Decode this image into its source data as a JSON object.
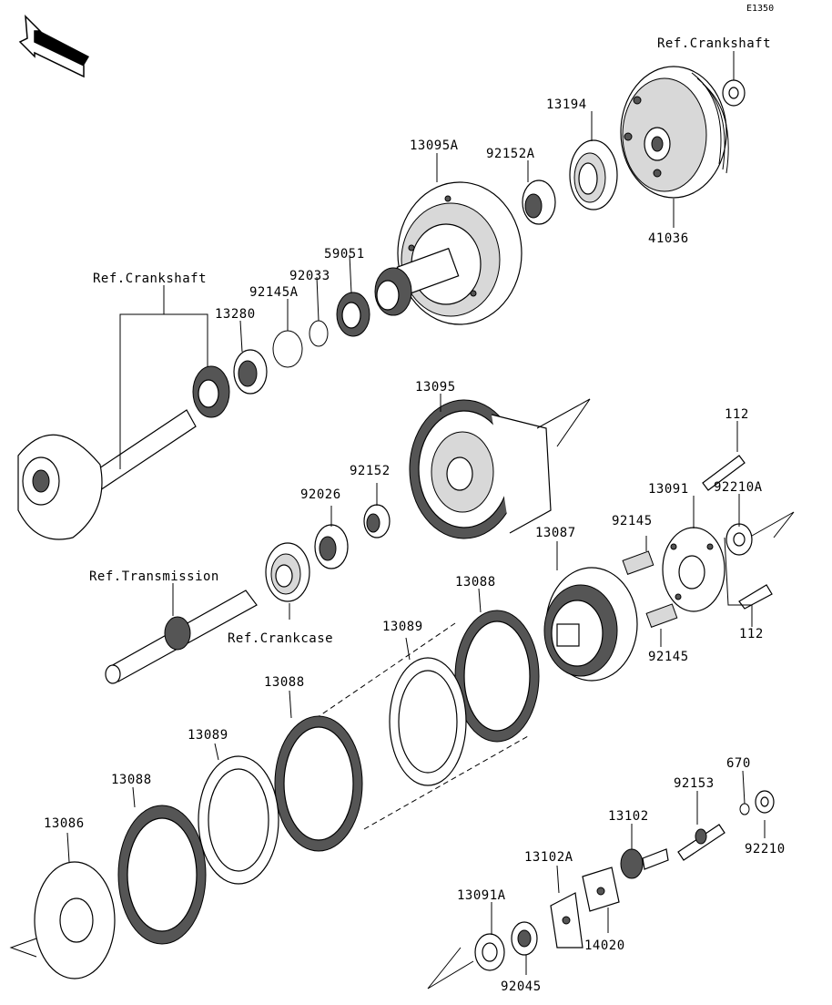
{
  "diagram_code": "E1350",
  "front_label": "FRONT",
  "labels": {
    "ref_crankshaft_top": "Ref.Crankshaft",
    "ref_crankshaft_left": "Ref.Crankshaft",
    "ref_transmission": "Ref.Transmission",
    "ref_crankcase": "Ref.Crankcase",
    "p13194": "13194",
    "p13095A": "13095A",
    "p92152A": "92152A",
    "p41036": "41036",
    "p59051": "59051",
    "p92033": "92033",
    "p92145A": "92145A",
    "p13280": "13280",
    "p13095": "13095",
    "p112_top": "112",
    "p92152": "92152",
    "p92026": "92026",
    "p13091": "13091",
    "p92210A": "92210A",
    "p92145_top": "92145",
    "p13087": "13087",
    "p13088_mid": "13088",
    "p13089_mid": "13089",
    "p112_bottom": "112",
    "p92145_bottom": "92145",
    "p13088_left": "13088",
    "p13089_left": "13089",
    "p13088_far": "13088",
    "p13086": "13086",
    "p670": "670",
    "p92153": "92153",
    "p13102": "13102",
    "p92210": "92210",
    "p13102A": "13102A",
    "p13091A": "13091A",
    "p14020": "14020",
    "p92045": "92045"
  }
}
